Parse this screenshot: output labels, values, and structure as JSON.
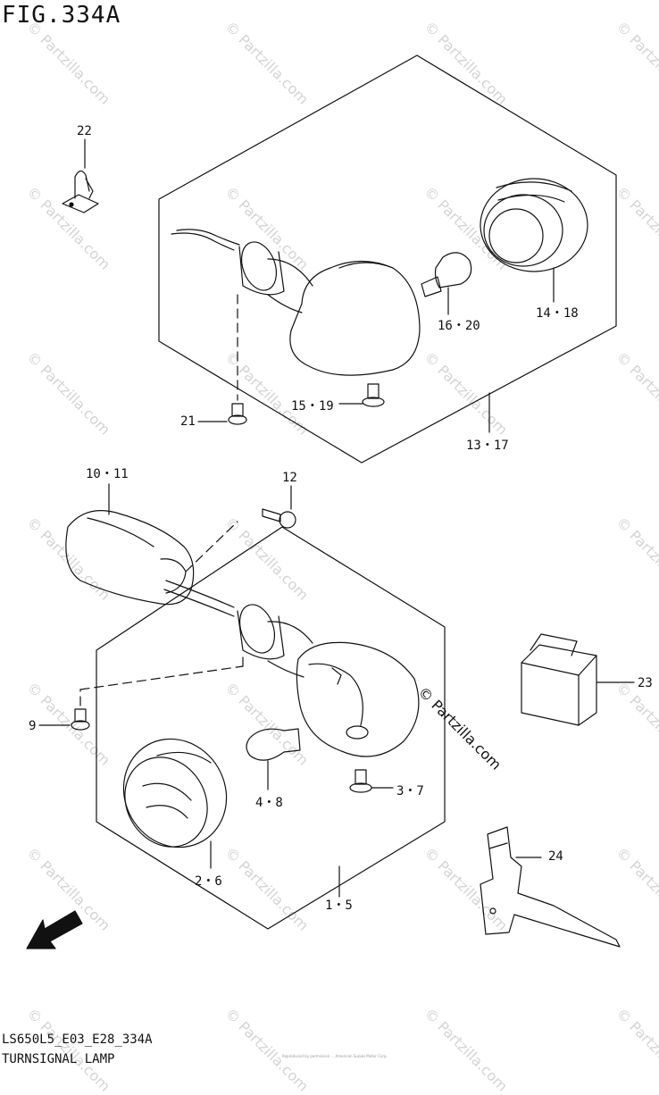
{
  "figure": {
    "title": "FIG.334A",
    "code": "LS650L5_E03_E28_334A",
    "name": "TURNSIGNAL LAMP"
  },
  "callouts": [
    {
      "id": "22",
      "label": "22"
    },
    {
      "id": "14-18",
      "label": "14・18"
    },
    {
      "id": "16-20",
      "label": "16・20"
    },
    {
      "id": "15-19",
      "label": "15・19"
    },
    {
      "id": "21",
      "label": "21"
    },
    {
      "id": "13-17",
      "label": "13・17"
    },
    {
      "id": "10-11",
      "label": "10・11"
    },
    {
      "id": "12",
      "label": "12"
    },
    {
      "id": "23",
      "label": "23"
    },
    {
      "id": "9",
      "label": "9"
    },
    {
      "id": "4-8",
      "label": "4・8"
    },
    {
      "id": "3-7",
      "label": "3・7"
    },
    {
      "id": "2-6",
      "label": "2・6"
    },
    {
      "id": "1-5",
      "label": "1・5"
    },
    {
      "id": "24",
      "label": "24"
    }
  ],
  "direction_marker": {
    "label": "FWD",
    "icon": "fwd-arrow-icon"
  },
  "watermark": {
    "text": "© Partzilla.com",
    "brand_text": "© Partzilla.com"
  },
  "fine_print": "Reproduced by permission ... American Suzuki Motor Corp."
}
